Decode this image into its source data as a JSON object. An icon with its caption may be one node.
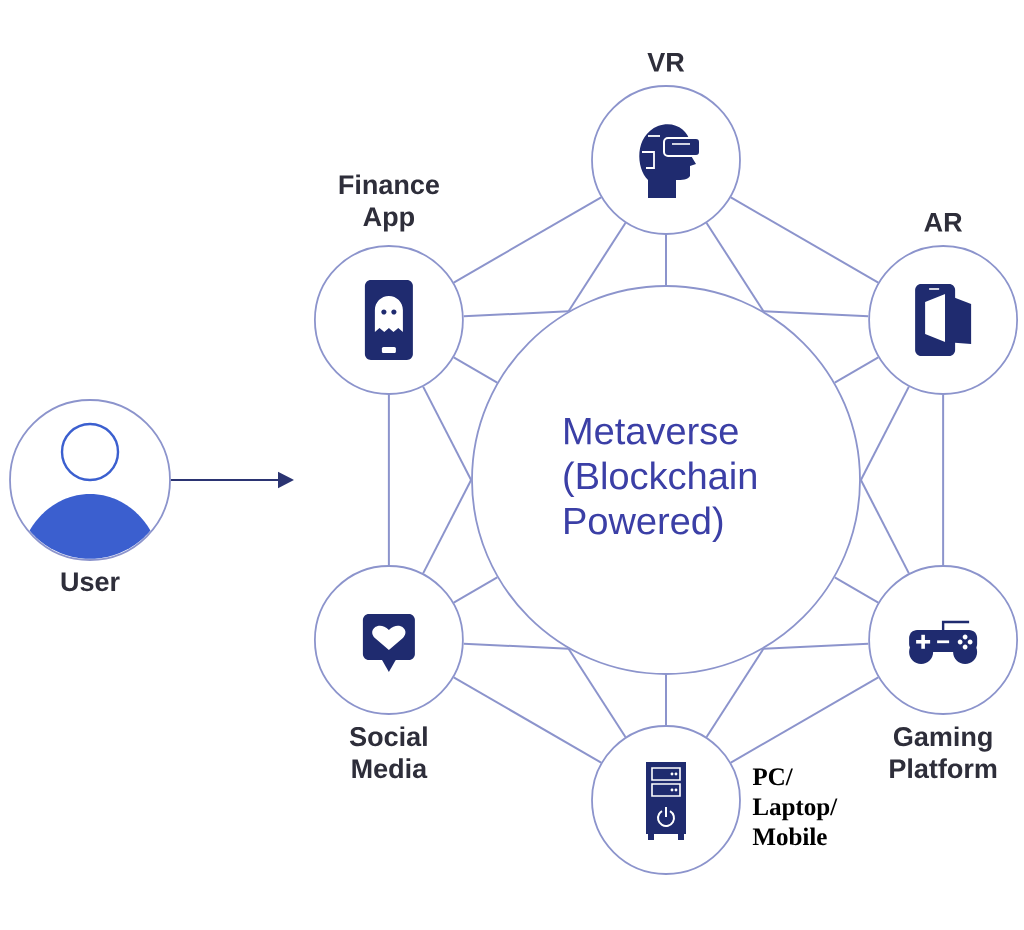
{
  "diagram": {
    "nodes": [
      {
        "text": [
          "VR"
        ]
      },
      {
        "text": [
          "Finance App"
        ]
      },
      {
        "text": [
          "AR"
        ]
      },
      {
        "text": [
          "User"
        ]
      },
      {
        "text": [
          "Metaverse (Blockchain Powered)"
        ]
      },
      {
        "text": [
          "Social Media"
        ]
      },
      {
        "text": [
          "Gaming Platform"
        ]
      },
      {
        "text": [
          "PC/ Laptop/ Mobile"
        ]
      }
    ],
    "edges": [
      {
        "from": 3,
        "to": null,
        "arrow": "to",
        "color": "#2b3472"
      },
      {
        "from": 0,
        "to": 2,
        "arrow": "none"
      },
      {
        "from": 2,
        "to": 6,
        "arrow": "none"
      },
      {
        "from": 6,
        "to": 7,
        "arrow": "none"
      },
      {
        "from": 7,
        "to": 5,
        "arrow": "none"
      },
      {
        "from": 5,
        "to": 1,
        "arrow": "none"
      },
      {
        "from": 1,
        "to": 0,
        "arrow": "none"
      },
      {
        "from": 0,
        "to": 4,
        "arrow": "none"
      },
      {
        "from": 0,
        "to": 4,
        "arrow": "none"
      },
      {
        "from": 0,
        "to": 4,
        "arrow": "none"
      },
      {
        "from": 2,
        "to": 4,
        "arrow": "none"
      },
      {
        "from": 2,
        "to": 4,
        "arrow": "none"
      },
      {
        "from": 2,
        "to": 4,
        "arrow": "none"
      },
      {
        "from": 6,
        "to": 4,
        "arrow": "none"
      },
      {
        "from": 6,
        "to": 4,
        "arrow": "none"
      },
      {
        "from": 6,
        "to": 4,
        "arrow": "none"
      },
      {
        "from": 7,
        "to": 4,
        "arrow": "none"
      },
      {
        "from": 7,
        "to": 4,
        "arrow": "none"
      },
      {
        "from": 7,
        "to": 4,
        "arrow": "none"
      },
      {
        "from": 5,
        "to": 4,
        "arrow": "none"
      },
      {
        "from": 5,
        "to": 4,
        "arrow": "none"
      },
      {
        "from": 5,
        "to": 4,
        "arrow": "none"
      },
      {
        "from": 1,
        "to": 4,
        "arrow": "none"
      },
      {
        "from": 1,
        "to": 4,
        "arrow": "none"
      },
      {
        "from": 1,
        "to": 4,
        "arrow": "none"
      }
    ]
  }
}
